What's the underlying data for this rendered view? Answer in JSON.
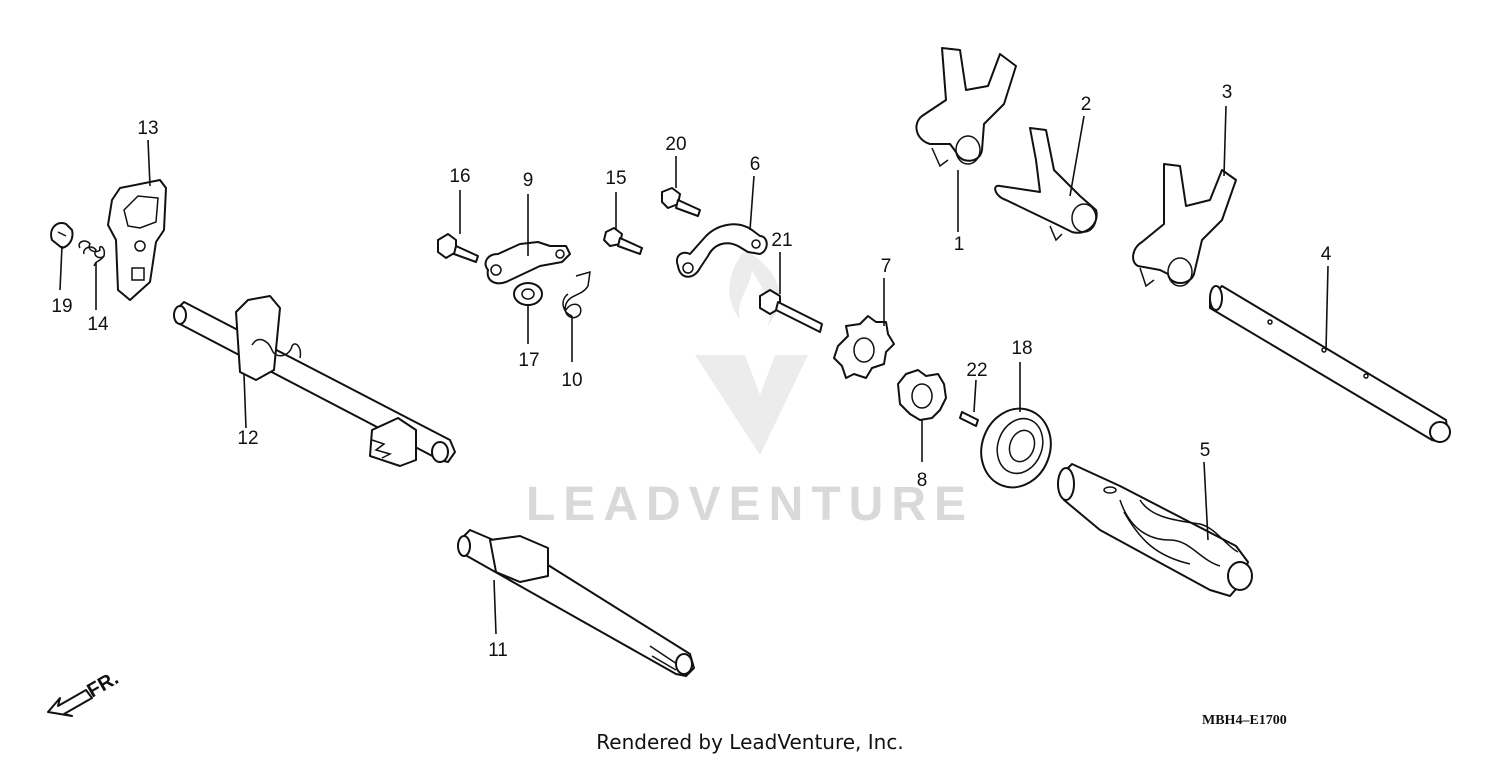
{
  "watermark": {
    "brand": "LEADVENTURE"
  },
  "diagram_code": "MBH4–E1700",
  "direction_label": "FR.",
  "footer_text": "Rendered by LeadVenture, Inc.",
  "callouts": [
    {
      "id": "1",
      "label": "1"
    },
    {
      "id": "2",
      "label": "2"
    },
    {
      "id": "3",
      "label": "3"
    },
    {
      "id": "4",
      "label": "4"
    },
    {
      "id": "5",
      "label": "5"
    },
    {
      "id": "6",
      "label": "6"
    },
    {
      "id": "7",
      "label": "7"
    },
    {
      "id": "8",
      "label": "8"
    },
    {
      "id": "9",
      "label": "9"
    },
    {
      "id": "10",
      "label": "10"
    },
    {
      "id": "11",
      "label": "11"
    },
    {
      "id": "12",
      "label": "12"
    },
    {
      "id": "13",
      "label": "13"
    },
    {
      "id": "14",
      "label": "14"
    },
    {
      "id": "15",
      "label": "15"
    },
    {
      "id": "16",
      "label": "16"
    },
    {
      "id": "17",
      "label": "17"
    },
    {
      "id": "18",
      "label": "18"
    },
    {
      "id": "19",
      "label": "19"
    },
    {
      "id": "20",
      "label": "20"
    },
    {
      "id": "21",
      "label": "21"
    },
    {
      "id": "22",
      "label": "22"
    }
  ]
}
